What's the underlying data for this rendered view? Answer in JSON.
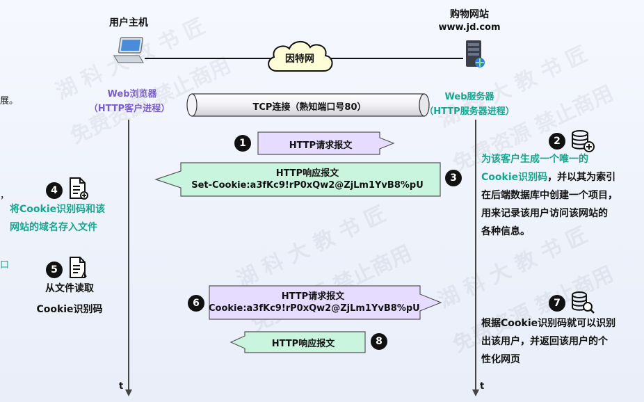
{
  "client": {
    "title": "用户主机",
    "role_line1": "Web浏览器",
    "role_line2": "（HTTP客户进程）"
  },
  "server": {
    "title": "购物网站",
    "domain": "www.jd.com",
    "role_line1": "Web服务器",
    "role_line2": "（HTTP服务器进程）"
  },
  "internet_label": "因特网",
  "tcp_label": "TCP连接（熟知端口号80）",
  "time_axis": {
    "client": "t",
    "server": "t"
  },
  "messages": {
    "m1": {
      "step": "1",
      "line1": "HTTP请求报文"
    },
    "m3": {
      "step": "3",
      "line1": "HTTP响应报文",
      "line2": "Set-Cookie:a3fKc9!rP0xQw2@ZjLm1YvB8%pU"
    },
    "m6": {
      "step": "6",
      "line1": "HTTP请求报文",
      "line2": "Cookie:a3fKc9!rP0xQw2@ZjLm1YvB8%pU"
    },
    "m8": {
      "step": "8",
      "line1": "HTTP响应报文"
    }
  },
  "notes": {
    "n2": {
      "step": "2",
      "line1": "为该客户生成一个唯一的",
      "line2a": "Cookie识别码",
      "line2b": "，并以其为索引",
      "line3": "在后端数据库中创建一个项目，",
      "line4": "用来记录该用户访问该网站的",
      "line5": "各种信息。"
    },
    "n4": {
      "step": "4",
      "line1": "将Cookie识别码和该",
      "line2": "网站的域名存入文件"
    },
    "n5": {
      "step": "5",
      "line1": "从文件读取",
      "line2": "Cookie识别码"
    },
    "n7": {
      "step": "7",
      "line1": "根据Cookie识别码就可以识别",
      "line2": "出该用户，并返回该用户的个",
      "line3": "性化网页"
    }
  },
  "edge_text": {
    "left1": "展。",
    "left2": "，",
    "left3": "口"
  },
  "watermarks": [
    "湖 科 大 教 书 匠",
    "免费资源 禁止商用"
  ],
  "icons": [
    "laptop-icon",
    "server-icon",
    "cloud-icon",
    "database-add-icon",
    "file-write-icon",
    "file-read-icon",
    "database-search-icon"
  ],
  "colors": {
    "client_role": "#7a5ec7",
    "server_role": "#17a58e",
    "request_box": "#e6dcff",
    "response_box": "#c9f5df",
    "note_green": "#17a58e"
  }
}
